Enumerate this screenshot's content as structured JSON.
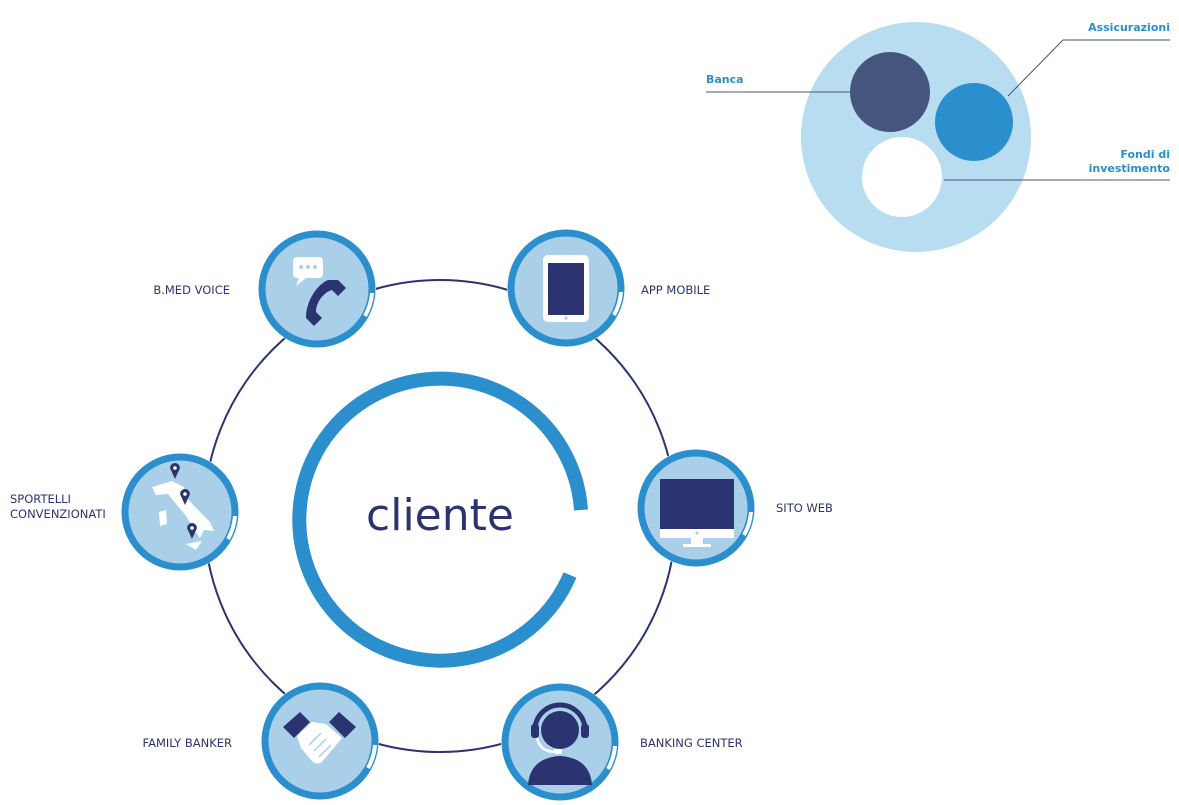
{
  "legend": {
    "items": [
      {
        "label": "Banca",
        "color": "#45557e"
      },
      {
        "label": "Assicurazioni",
        "color": "#2b8fce"
      },
      {
        "label_line1": "Fondi di",
        "label_line2": "investimento",
        "color": "#ffffff"
      }
    ],
    "bg_color": "#b8dcf0"
  },
  "diagram": {
    "center_label": "cliente",
    "channels": [
      {
        "label": "B.MED VOICE",
        "icon": "phone-chat-icon"
      },
      {
        "label": "APP MOBILE",
        "icon": "tablet-icon"
      },
      {
        "label": "SITO WEB",
        "icon": "monitor-icon"
      },
      {
        "label": "BANKING CENTER",
        "icon": "headset-operator-icon"
      },
      {
        "label": "FAMILY BANKER",
        "icon": "handshake-icon"
      },
      {
        "label_line1": "SPORTELLI",
        "label_line2": "CONVENZIONATI",
        "icon": "italy-map-icon"
      }
    ]
  },
  "colors": {
    "navy": "#2b3470",
    "blue": "#2b8fce",
    "light_blue": "#a9cfe9"
  }
}
